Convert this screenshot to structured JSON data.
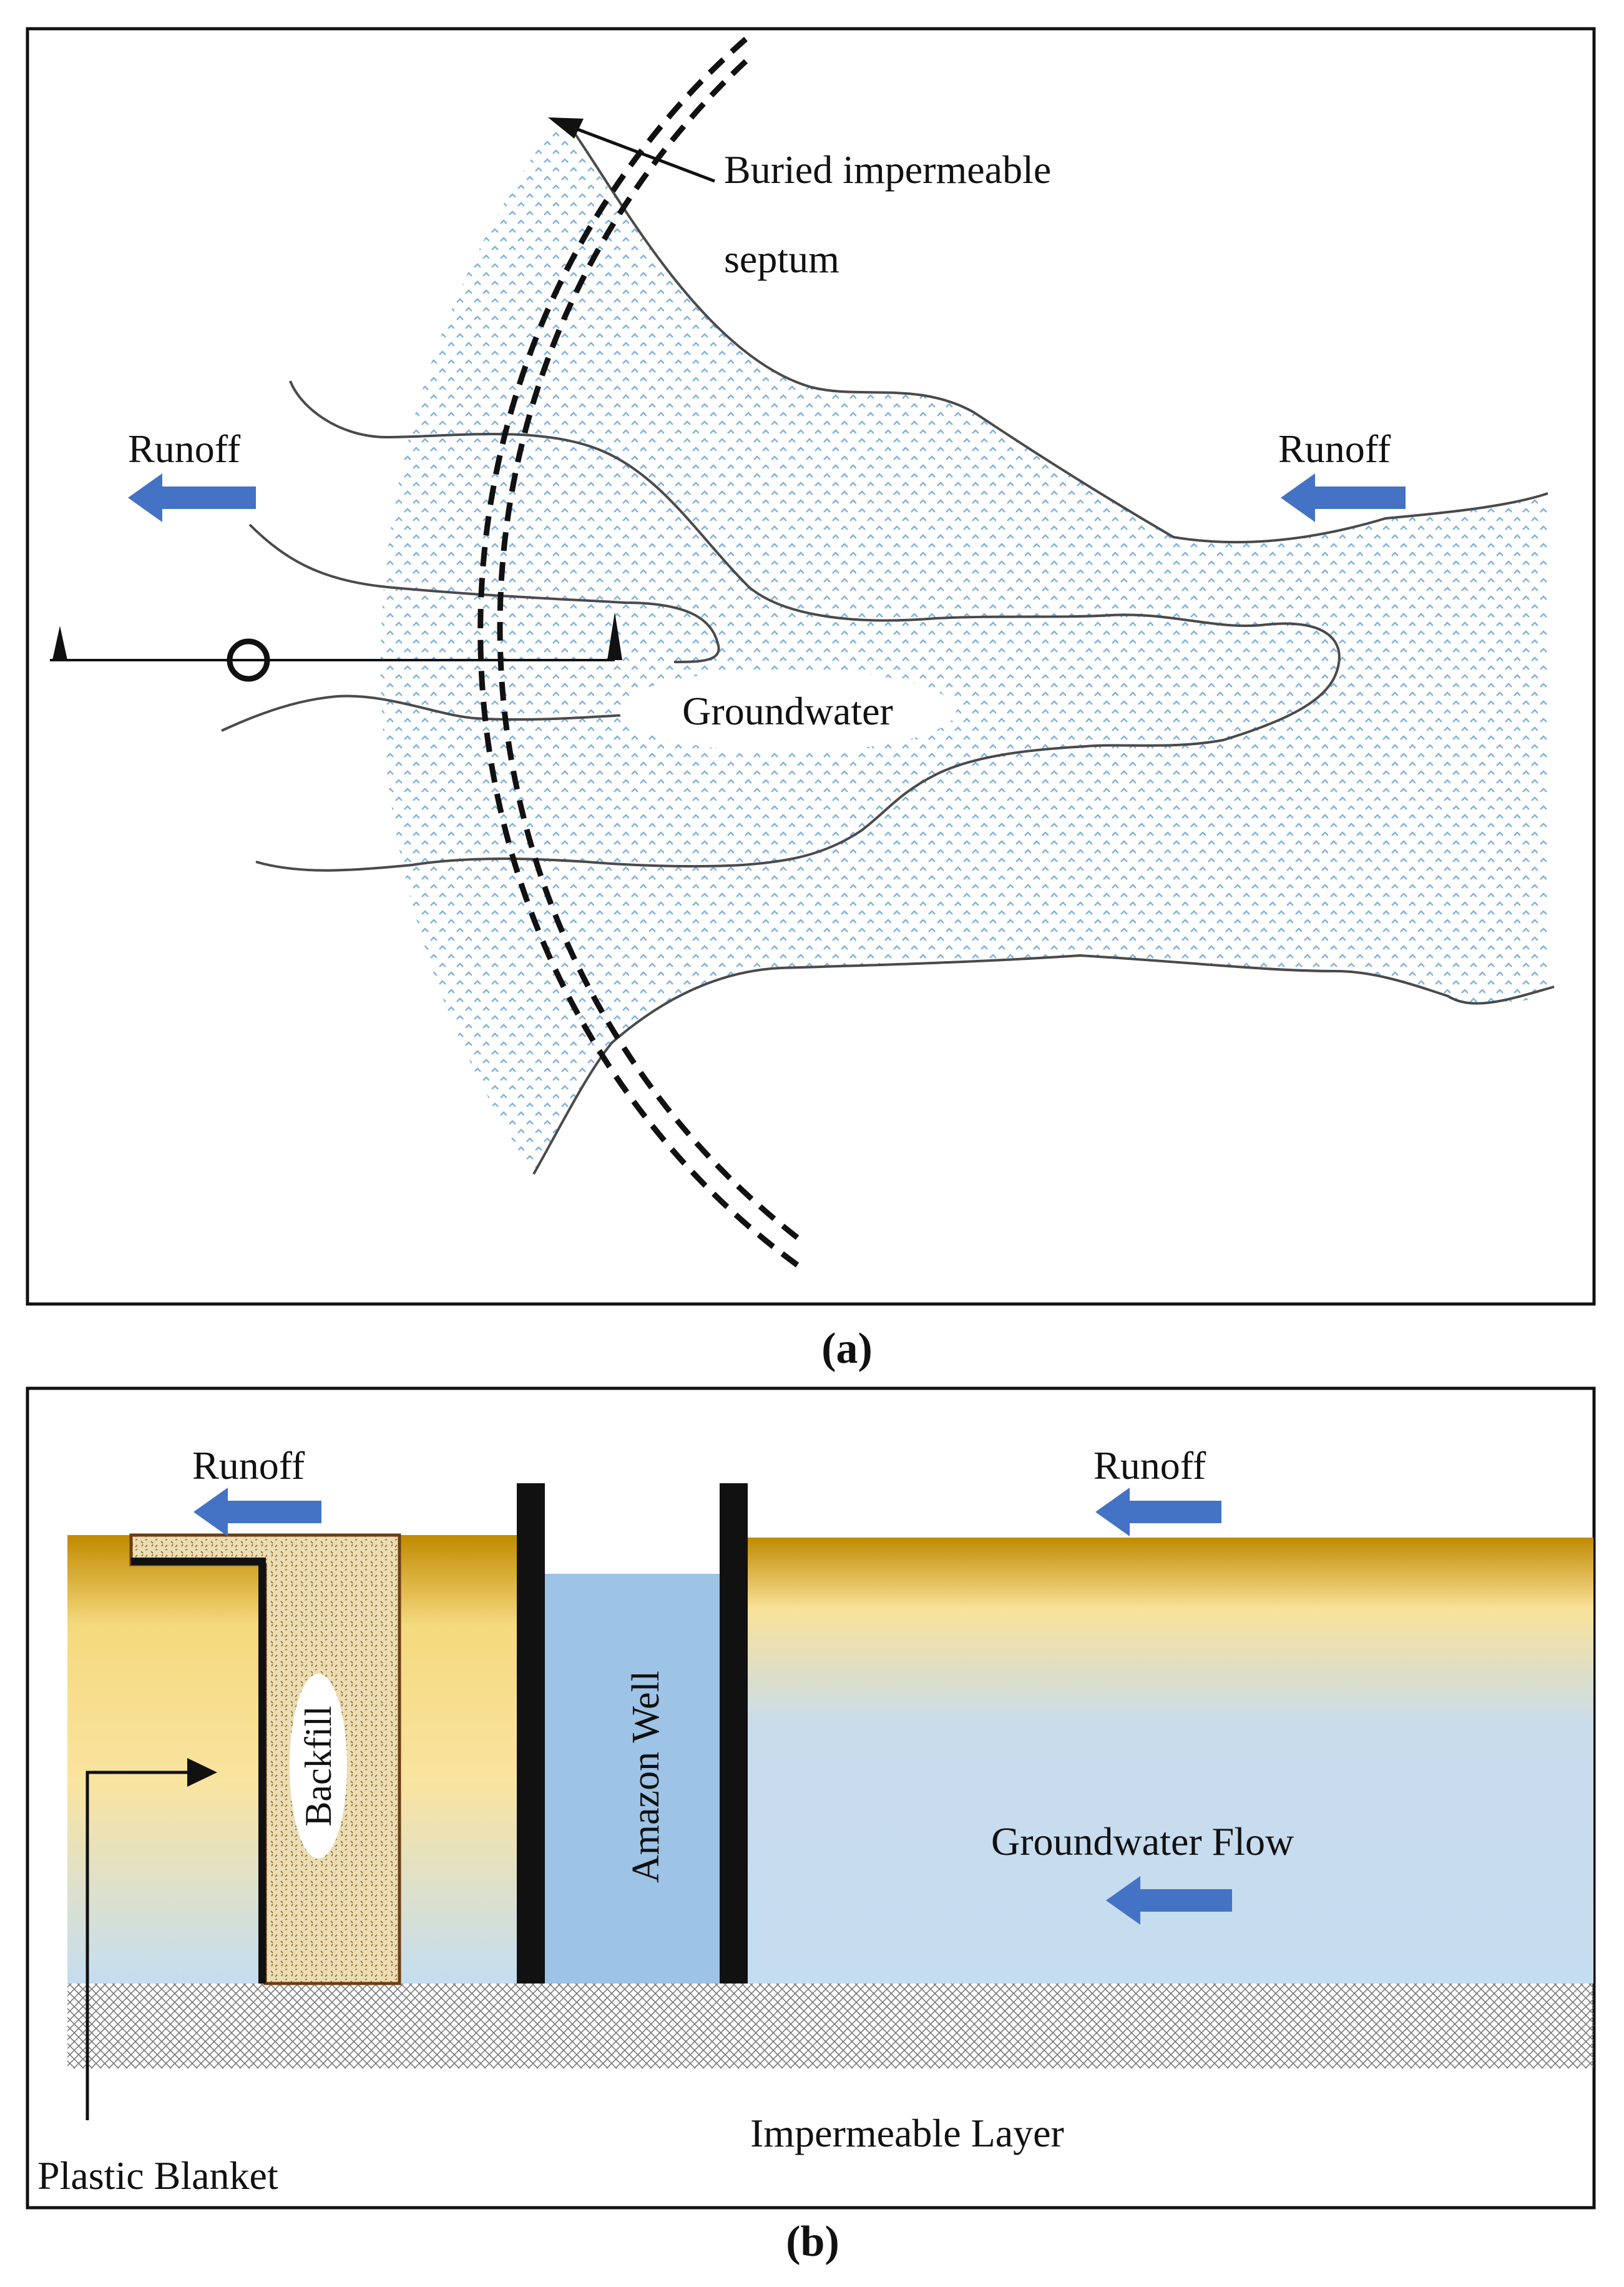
{
  "panel_a": {
    "caption": "(a)",
    "label_runoff_left": "Runoff",
    "label_runoff_right": "Runoff",
    "label_septum_line1": "Buried impermeable",
    "label_septum_line2": "septum",
    "label_groundwater": "Groundwater"
  },
  "panel_b": {
    "caption": "(b)",
    "label_runoff_left": "Runoff",
    "label_runoff_right": "Runoff",
    "label_backfill": "Backfill",
    "label_well": "Amazon Well",
    "label_groundwater_flow": "Groundwater Flow",
    "label_impermeable_layer": "Impermeable Layer",
    "label_plastic_blanket": "Plastic Blanket"
  },
  "colors": {
    "arrow_blue": "#4472C4",
    "water_dots": "#7FB2E0",
    "soil_gold": "#C08A00",
    "soil_light": "#F8E29A",
    "water_light": "#C5DDF1",
    "well_water": "#9DC3E6",
    "backfill": "#E8D6A8",
    "outline": "#111111"
  }
}
